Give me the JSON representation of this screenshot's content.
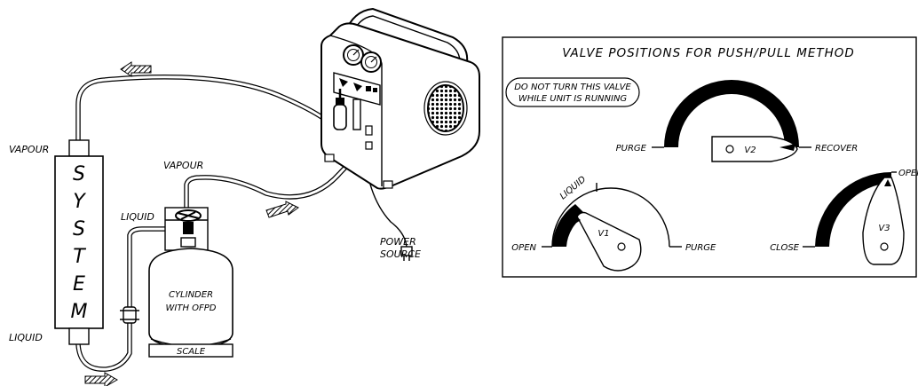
{
  "system": {
    "letters": [
      "S",
      "Y",
      "S",
      "T",
      "E",
      "M"
    ],
    "vapour_label": "VAPOUR",
    "liquid_label": "LIQUID"
  },
  "cylinder": {
    "vapour_label": "VAPOUR",
    "liquid_label": "LIQUID",
    "name_line1": "CYLINDER",
    "name_line2": "WITH OFPD",
    "scale_label": "SCALE"
  },
  "power": {
    "line1": "POWER",
    "line2": "SOURCE"
  },
  "panel": {
    "title": "VALVE POSITIONS FOR PUSH/PULL METHOD",
    "warning_line1": "DO NOT TURN THIS VALVE",
    "warning_line2": "WHILE UNIT IS RUNNING",
    "v2": {
      "name": "V2",
      "left": "PURGE",
      "right": "RECOVER"
    },
    "v1": {
      "name": "V1",
      "top": "LIQUID",
      "left": "OPEN",
      "right": "PURGE"
    },
    "v3": {
      "name": "V3",
      "top": "OPEN",
      "left": "CLOSE"
    }
  }
}
